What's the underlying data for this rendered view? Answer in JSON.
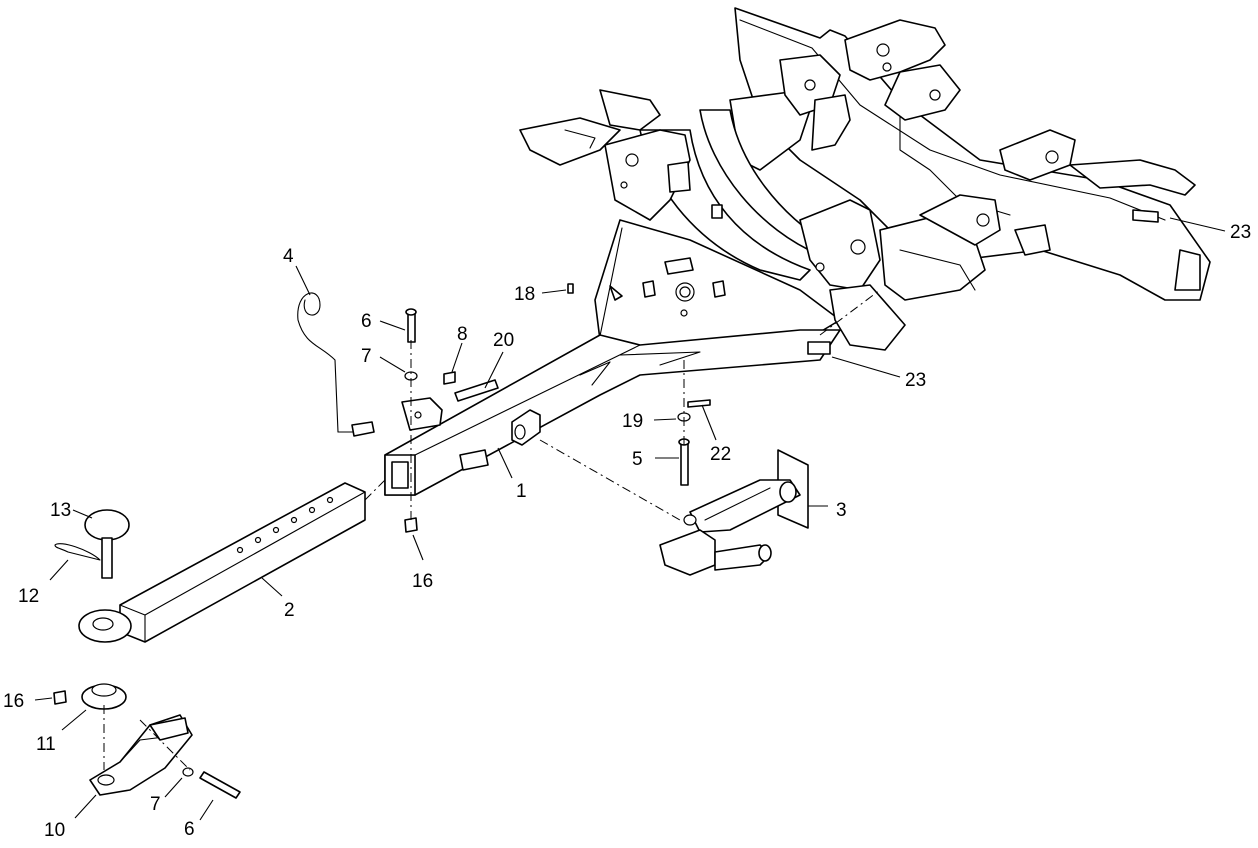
{
  "diagram": {
    "callouts": [
      {
        "id": "c1",
        "label": "1"
      },
      {
        "id": "c2",
        "label": "2"
      },
      {
        "id": "c3",
        "label": "3"
      },
      {
        "id": "c4",
        "label": "4"
      },
      {
        "id": "c5",
        "label": "5"
      },
      {
        "id": "c6a",
        "label": "6"
      },
      {
        "id": "c6b",
        "label": "6"
      },
      {
        "id": "c7a",
        "label": "7"
      },
      {
        "id": "c7b",
        "label": "7"
      },
      {
        "id": "c8",
        "label": "8"
      },
      {
        "id": "c10",
        "label": "10"
      },
      {
        "id": "c11",
        "label": "11"
      },
      {
        "id": "c12",
        "label": "12"
      },
      {
        "id": "c13",
        "label": "13"
      },
      {
        "id": "c16a",
        "label": "16"
      },
      {
        "id": "c16b",
        "label": "16"
      },
      {
        "id": "c18",
        "label": "18"
      },
      {
        "id": "c19",
        "label": "19"
      },
      {
        "id": "c20",
        "label": "20"
      },
      {
        "id": "c22",
        "label": "22"
      },
      {
        "id": "c23a",
        "label": "23"
      },
      {
        "id": "c23b",
        "label": "23"
      }
    ]
  }
}
